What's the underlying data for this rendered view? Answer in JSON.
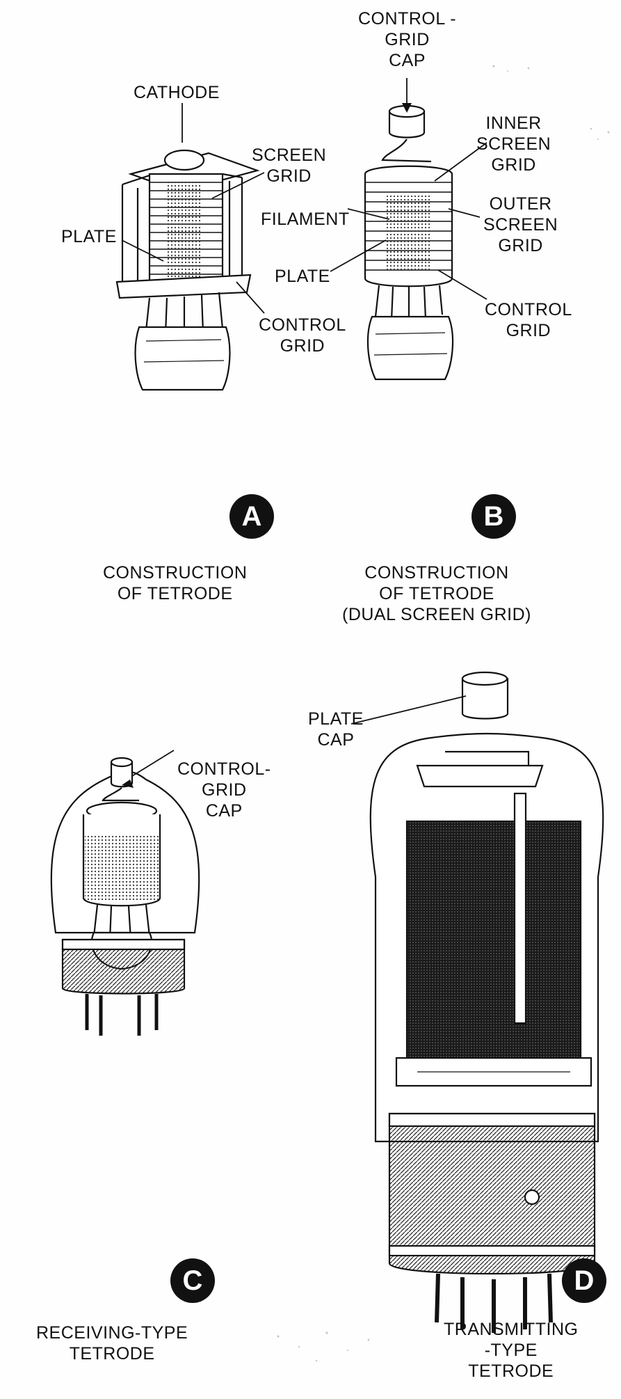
{
  "panel_a": {
    "badge": "A",
    "caption": [
      "CONSTRUCTION",
      "OF TETRODE"
    ],
    "labels": {
      "cathode": [
        "CATHODE"
      ],
      "screen_grid": [
        "SCREEN",
        "GRID"
      ],
      "plate": [
        "PLATE"
      ],
      "control_grid": [
        "CONTROL",
        "GRID"
      ]
    }
  },
  "panel_b": {
    "badge": "B",
    "caption": [
      "CONSTRUCTION",
      "OF TETRODE",
      "(DUAL SCREEN GRID)"
    ],
    "labels": {
      "control_grid_cap": [
        "CONTROL -",
        "GRID",
        "CAP"
      ],
      "inner_screen_grid": [
        "INNER",
        "SCREEN",
        "GRID"
      ],
      "filament": [
        "FILAMENT"
      ],
      "outer_screen_grid": [
        "OUTER",
        "SCREEN",
        "GRID"
      ],
      "plate": [
        "PLATE"
      ],
      "control_grid": [
        "CONTROL",
        "GRID"
      ]
    }
  },
  "panel_c": {
    "badge": "C",
    "caption": [
      "RECEIVING-TYPE",
      "TETRODE"
    ],
    "labels": {
      "control_grid_cap": [
        "CONTROL-",
        "GRID",
        "CAP"
      ]
    }
  },
  "panel_d": {
    "badge": "D",
    "caption": [
      "TRANSMITTING",
      "-TYPE",
      "TETRODE"
    ],
    "labels": {
      "plate_cap": [
        "PLATE",
        "CAP"
      ]
    }
  }
}
